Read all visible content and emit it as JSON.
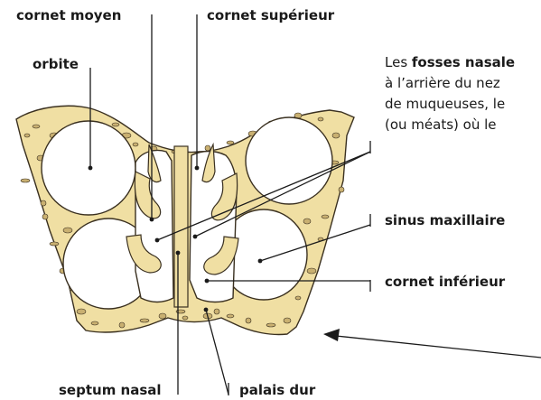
{
  "labels": {
    "cornet_moyen": "cornet moyen",
    "cornet_superieur": "cornet supérieur",
    "orbite": "orbite",
    "sinus_maxillaire": "sinus maxillaire",
    "cornet_inferieur": "cornet inférieur",
    "septum_nasal": "septum nasal",
    "palais_dur": "palais dur"
  },
  "description": {
    "line1_prefix": "Les ",
    "line1_bold": "fosses nasale",
    "line2": "à l’arrière du nez",
    "line3": "de muqueuses, le",
    "line4": "(ou méats) où le"
  },
  "colors": {
    "bone": "#f0dfa3",
    "bone_dark": "#c9b071",
    "outline": "#3a3020",
    "cavity": "#ffffff",
    "text": "#1a1a1a"
  }
}
